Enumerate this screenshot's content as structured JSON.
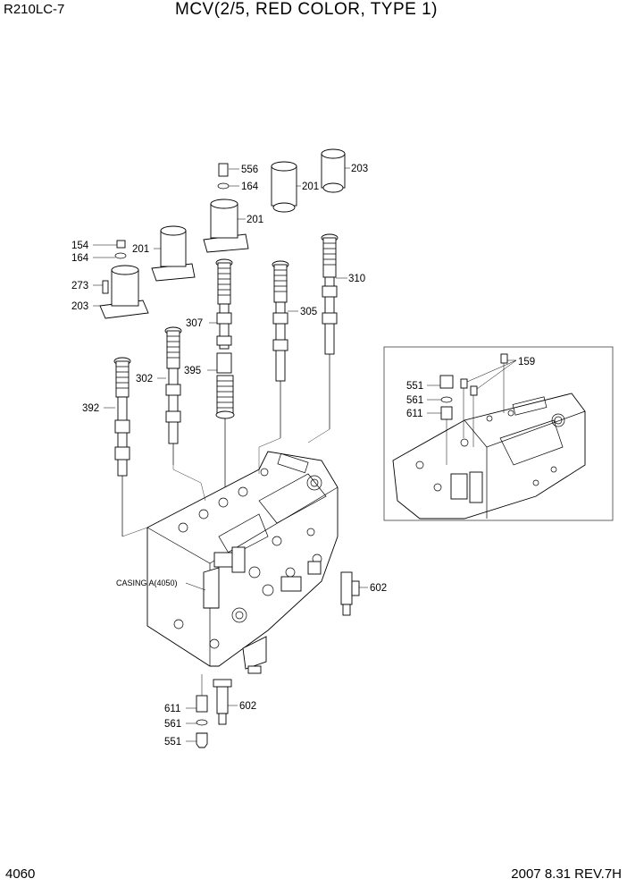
{
  "header": {
    "model": "R210LC-7",
    "title": "MCV(2/5, RED COLOR, TYPE 1)"
  },
  "footer": {
    "page_number": "4060",
    "revision": "2007 8.31  REV.7H"
  },
  "callouts": {
    "c556": "556",
    "c164a": "164",
    "c201a": "201",
    "c203a": "203",
    "c201b": "201",
    "c154": "154",
    "c164b": "164",
    "c201c": "201",
    "c273": "273",
    "c203b": "203",
    "c310": "310",
    "c307": "307",
    "c305": "305",
    "c395": "395",
    "c302": "302",
    "c392": "392",
    "c159": "159",
    "c551a": "551",
    "c561a": "561",
    "c611a": "611",
    "c602a": "602",
    "c611b": "611",
    "c561b": "561",
    "c602b": "602",
    "c551b": "551"
  },
  "casing_label": "CASING A(4050)"
}
